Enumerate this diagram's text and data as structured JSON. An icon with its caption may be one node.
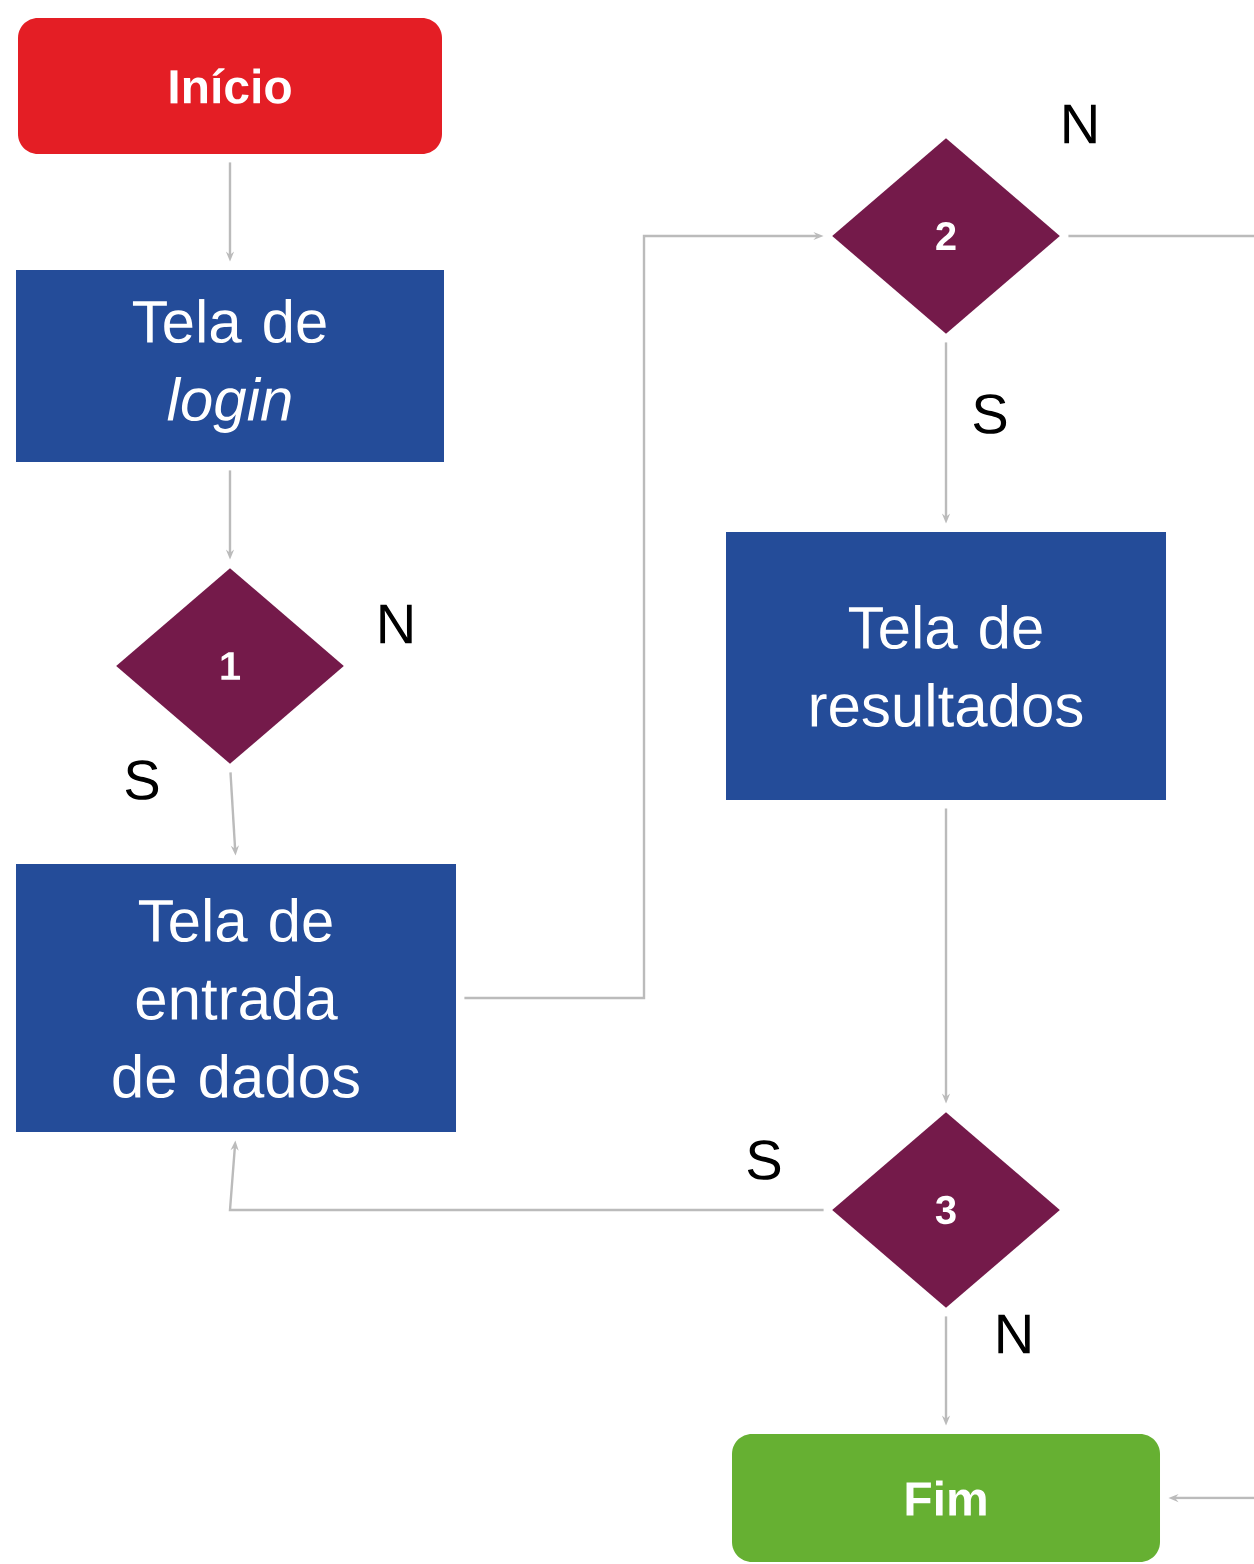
{
  "diagram": {
    "nodes": [
      {
        "text": [
          "Início"
        ]
      },
      {
        "text": [
          "Tela de *login*"
        ]
      },
      {
        "text": [
          "1"
        ],
        "beside": [
          "N"
        ]
      },
      {
        "text": [
          "Tela de entrada de dados"
        ]
      },
      {
        "text": [
          "2"
        ]
      },
      {
        "text": [
          "Tela de resultados"
        ]
      },
      {
        "text": [
          "3"
        ]
      },
      {
        "text": [
          "Fim"
        ]
      }
    ],
    "edges": [
      {
        "from": 0,
        "to": 1,
        "arrow": "to"
      },
      {
        "from": 1,
        "to": 2,
        "arrow": "to"
      },
      {
        "from": 2,
        "to": 3,
        "arrow": "to",
        "label": "S"
      },
      {
        "from": 3,
        "to": 4,
        "arrow": "to"
      },
      {
        "from": 4,
        "to": null,
        "arrow": "none",
        "label": "N"
      },
      {
        "from": 4,
        "to": 5,
        "arrow": "to",
        "label": "S"
      },
      {
        "from": 5,
        "to": 6,
        "arrow": "to"
      },
      {
        "from": 6,
        "to": 3,
        "arrow": "to",
        "label": "S"
      },
      {
        "from": 6,
        "to": 7,
        "arrow": "to",
        "label": "N"
      },
      {
        "from": null,
        "to": 7,
        "arrow": "to"
      }
    ]
  }
}
